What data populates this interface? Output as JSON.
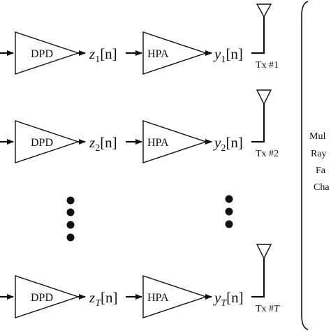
{
  "chains": [
    {
      "dpd_label": "DPD",
      "hpa_label": "HPA",
      "z_signal": {
        "base": "z",
        "sub": "1",
        "arg": "[n]"
      },
      "y_signal": {
        "base": "y",
        "sub": "1",
        "arg": "[n]"
      },
      "tx_label": {
        "text": "Tx #",
        "idx": "1"
      }
    },
    {
      "dpd_label": "DPD",
      "hpa_label": "HPA",
      "z_signal": {
        "base": "z",
        "sub": "2",
        "arg": "[n]"
      },
      "y_signal": {
        "base": "y",
        "sub": "2",
        "arg": "[n]"
      },
      "tx_label": {
        "text": "Tx #",
        "idx": "2"
      }
    },
    {
      "dpd_label": "DPD",
      "hpa_label": "HPA",
      "z_signal": {
        "base": "z",
        "sub": "T",
        "arg": "[n]"
      },
      "y_signal": {
        "base": "y",
        "sub": "T",
        "arg": "[n]"
      },
      "tx_label": {
        "text": "Tx #",
        "idx": "T"
      }
    }
  ],
  "channel": {
    "lines": [
      "Mul",
      "Ray",
      "Fa",
      "Cha"
    ]
  }
}
